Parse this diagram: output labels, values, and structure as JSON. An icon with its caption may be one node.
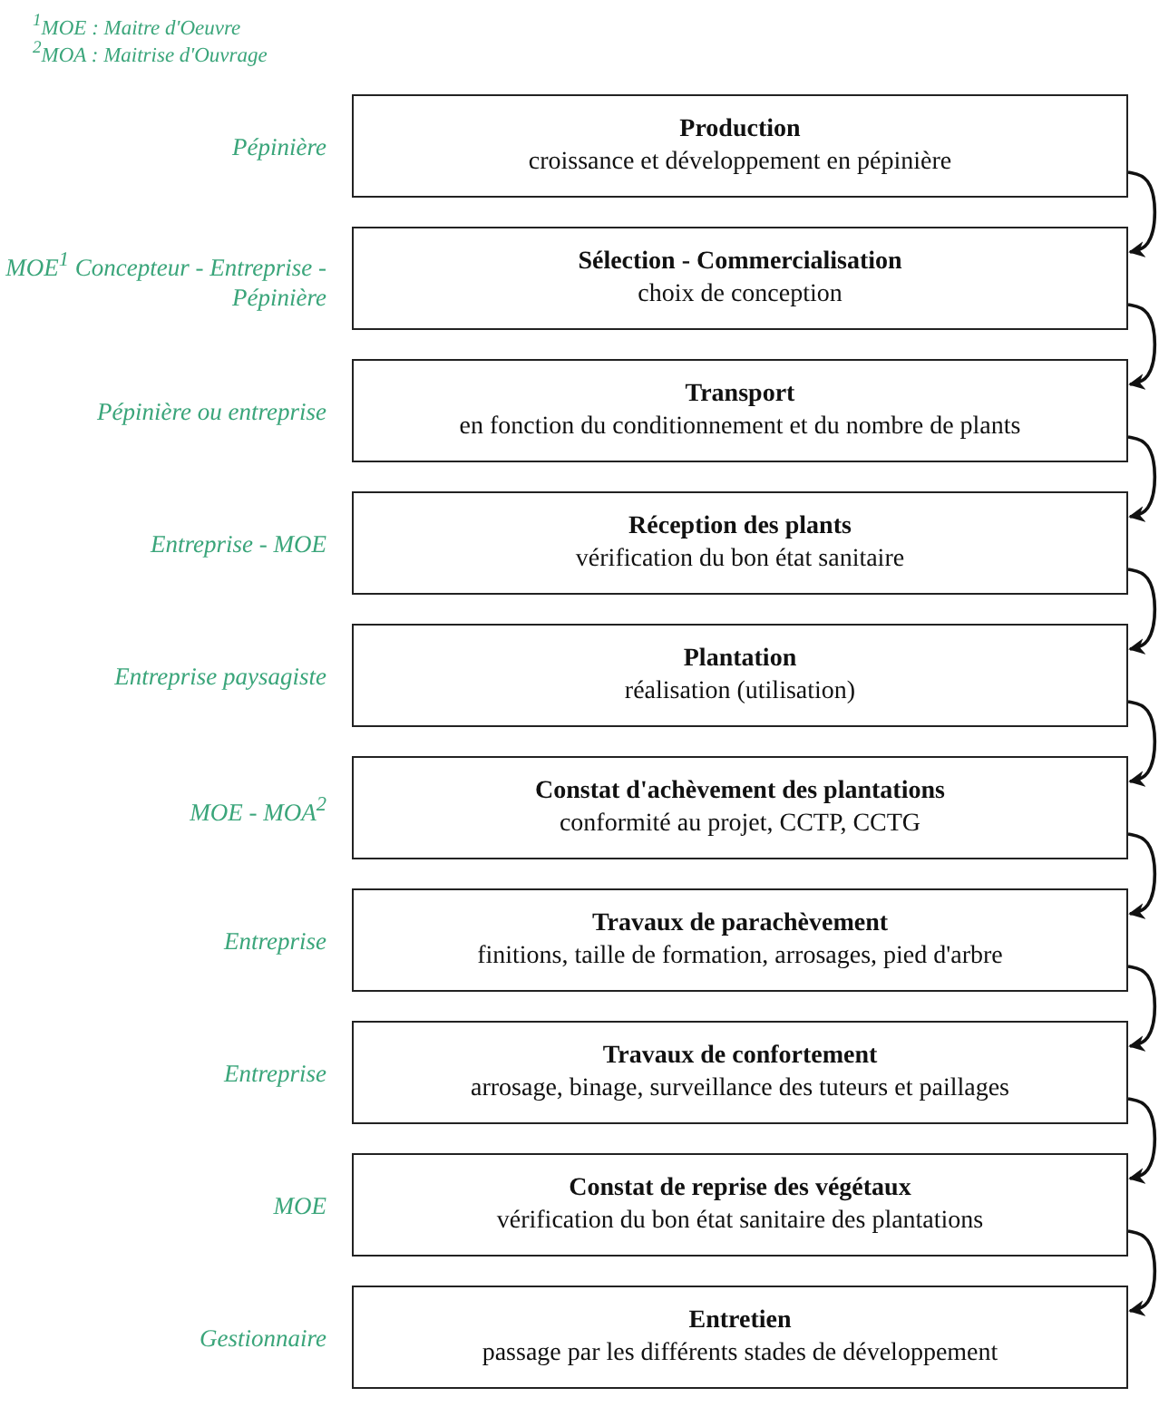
{
  "diagram": {
    "nodes": [
      {
        "text": [
          "Production",
          "croissance et développement en pépinière"
        ],
        "beside": [
          "Pépinière"
        ]
      },
      {
        "text": [
          "Sélection - Commercialisation",
          "choix de conception"
        ],
        "beside": [
          "MOE$^{1}$ Concepteur - Entreprise - Pépinière"
        ]
      },
      {
        "text": [
          "Transport",
          "en fonction du conditionnement et du nombre de plants"
        ],
        "beside": [
          "Pépinière ou entreprise"
        ]
      },
      {
        "text": [
          "Réception des plants",
          "vérification du bon état sanitaire"
        ],
        "beside": [
          "Entreprise - MOE"
        ]
      },
      {
        "text": [
          "Plantation",
          "réalisation (utilisation)"
        ],
        "beside": [
          "Entreprise paysagiste"
        ]
      },
      {
        "text": [
          "Constat d'achèvement des plantations",
          "conformité au projet, CCTP, CCTG"
        ],
        "beside": [
          "MOE - MOA$^{2}$"
        ]
      },
      {
        "text": [
          "Travaux de parachèvement",
          "finitions, taille de formation, arrosages, pied d'arbre"
        ],
        "beside": [
          "Entreprise"
        ]
      },
      {
        "text": [
          "Travaux de confortement",
          "arrosage, binage, surveillance des tuteurs et paillages"
        ],
        "beside": [
          "Entreprise"
        ]
      },
      {
        "text": [
          "Constat de reprise des végétaux",
          "vérification du bon état sanitaire des plantations"
        ],
        "beside": [
          "MOE"
        ]
      },
      {
        "text": [
          "Entretien",
          "passage par les différents stades de développement"
        ],
        "beside": [
          "Gestionnaire"
        ]
      }
    ],
    "edges": [
      {
        "from": 0,
        "to": 1,
        "arrow": "to"
      },
      {
        "from": 1,
        "to": 2,
        "arrow": "to"
      },
      {
        "from": 2,
        "to": 3,
        "arrow": "to"
      },
      {
        "from": 3,
        "to": 4,
        "arrow": "to"
      },
      {
        "from": 4,
        "to": 5,
        "arrow": "to"
      },
      {
        "from": 5,
        "to": 6,
        "arrow": "to"
      },
      {
        "from": 6,
        "to": 7,
        "arrow": "to"
      },
      {
        "from": 7,
        "to": 8,
        "arrow": "to"
      },
      {
        "from": 8,
        "to": 9,
        "arrow": "to"
      }
    ],
    "labels": [
      "$^{1}$MOE : Maitre d'Oeuvre",
      "$^{2}$MOA : Maitrise d'Ouvrage"
    ]
  }
}
